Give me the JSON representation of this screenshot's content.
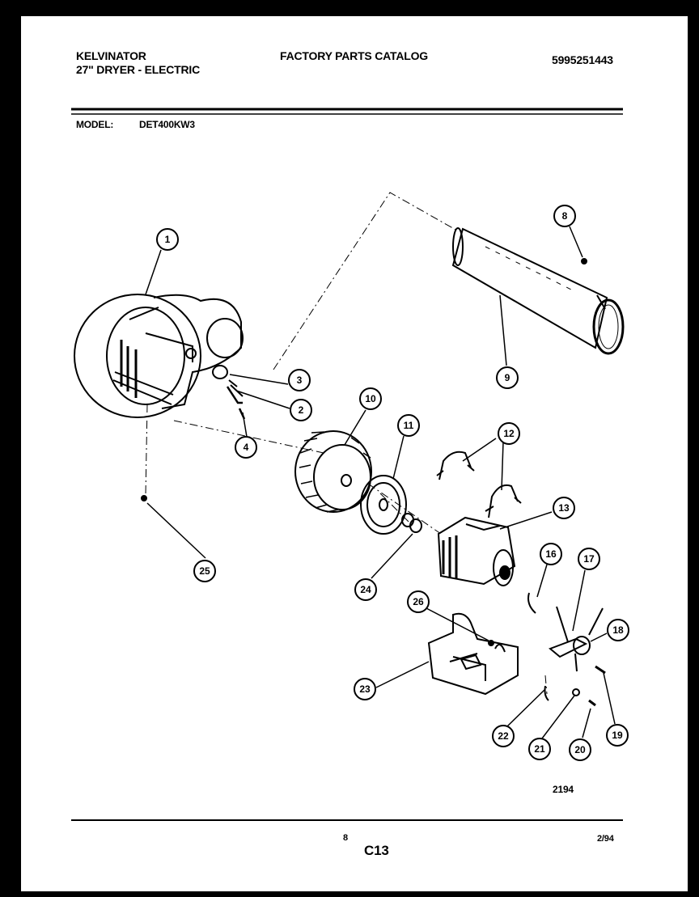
{
  "header": {
    "brand": "KELVINATOR",
    "product": "27\" DRYER - ELECTRIC",
    "catalog_title": "FACTORY PARTS CATALOG",
    "catalog_number": "5995251443",
    "model_label": "MODEL:",
    "model_value": "DET400KW3"
  },
  "callouts": [
    "1",
    "2",
    "3",
    "4",
    "8",
    "9",
    "10",
    "11",
    "12",
    "13",
    "16",
    "17",
    "18",
    "19",
    "20",
    "21",
    "22",
    "23",
    "24",
    "25",
    "26"
  ],
  "diagram_code": "2194",
  "footer": {
    "page_number": "8",
    "section_code": "C13",
    "date": "2/94"
  }
}
